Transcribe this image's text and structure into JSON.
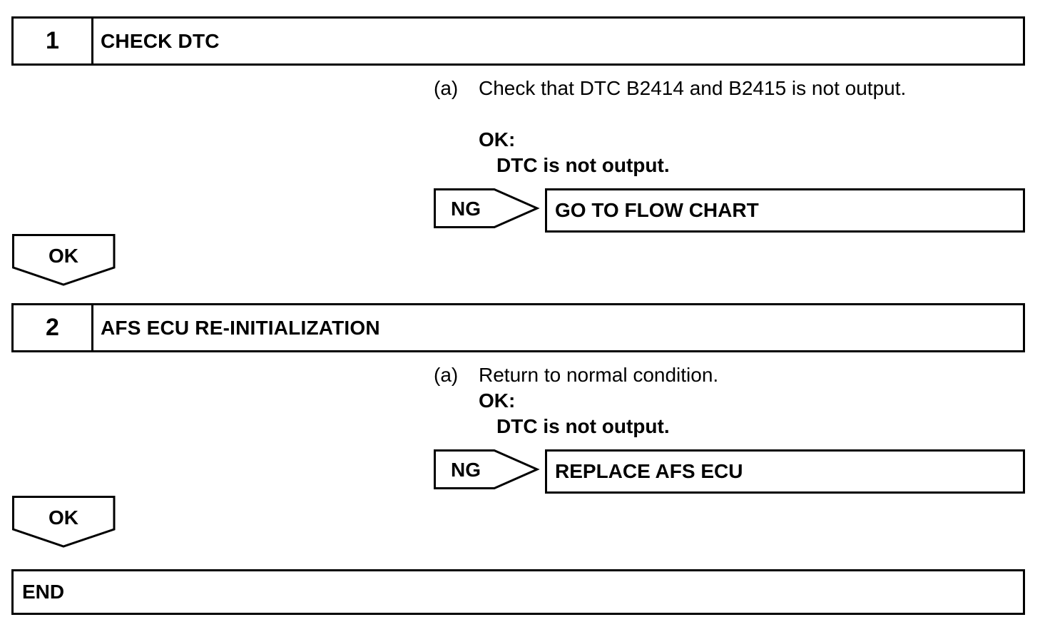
{
  "steps": [
    {
      "number": "1",
      "title": "CHECK DTC",
      "instruction_marker": "(a)",
      "instruction_text": "Check that DTC B2414 and B2415 is not output.",
      "ok_label": "OK:",
      "ok_condition": "DTC is not output.",
      "ng_label": "NG",
      "ng_action": "GO TO FLOW CHART",
      "ok_arrow_label": "OK"
    },
    {
      "number": "2",
      "title": "AFS ECU RE-INITIALIZATION",
      "instruction_marker": "(a)",
      "instruction_text": "Return to normal condition.",
      "ok_label": "OK:",
      "ok_condition": "DTC is not output.",
      "ng_label": "NG",
      "ng_action": "REPLACE AFS ECU",
      "ok_arrow_label": "OK"
    }
  ],
  "end_label": "END"
}
